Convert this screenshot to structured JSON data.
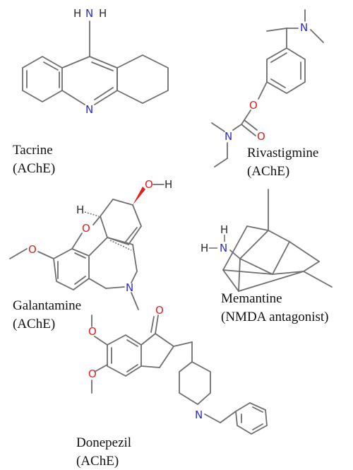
{
  "compounds": [
    {
      "name": "Tacrine",
      "target": "(AChE)"
    },
    {
      "name": "Rivastigmine",
      "target": "(AChE)"
    },
    {
      "name": "Galantamine",
      "target": "(AChE)"
    },
    {
      "name": "Memantine",
      "target": "(NMDA antagonist)"
    },
    {
      "name": "Donepezil",
      "target": "(AChE)"
    }
  ],
  "atoms": {
    "nitrogen": "N",
    "oxygen": "O",
    "hydrogen": "H"
  },
  "colors": {
    "bond": "#6e6e6e",
    "nitrogen": "#2a2ad6",
    "oxygen": "#e02020",
    "text": "#111111"
  }
}
